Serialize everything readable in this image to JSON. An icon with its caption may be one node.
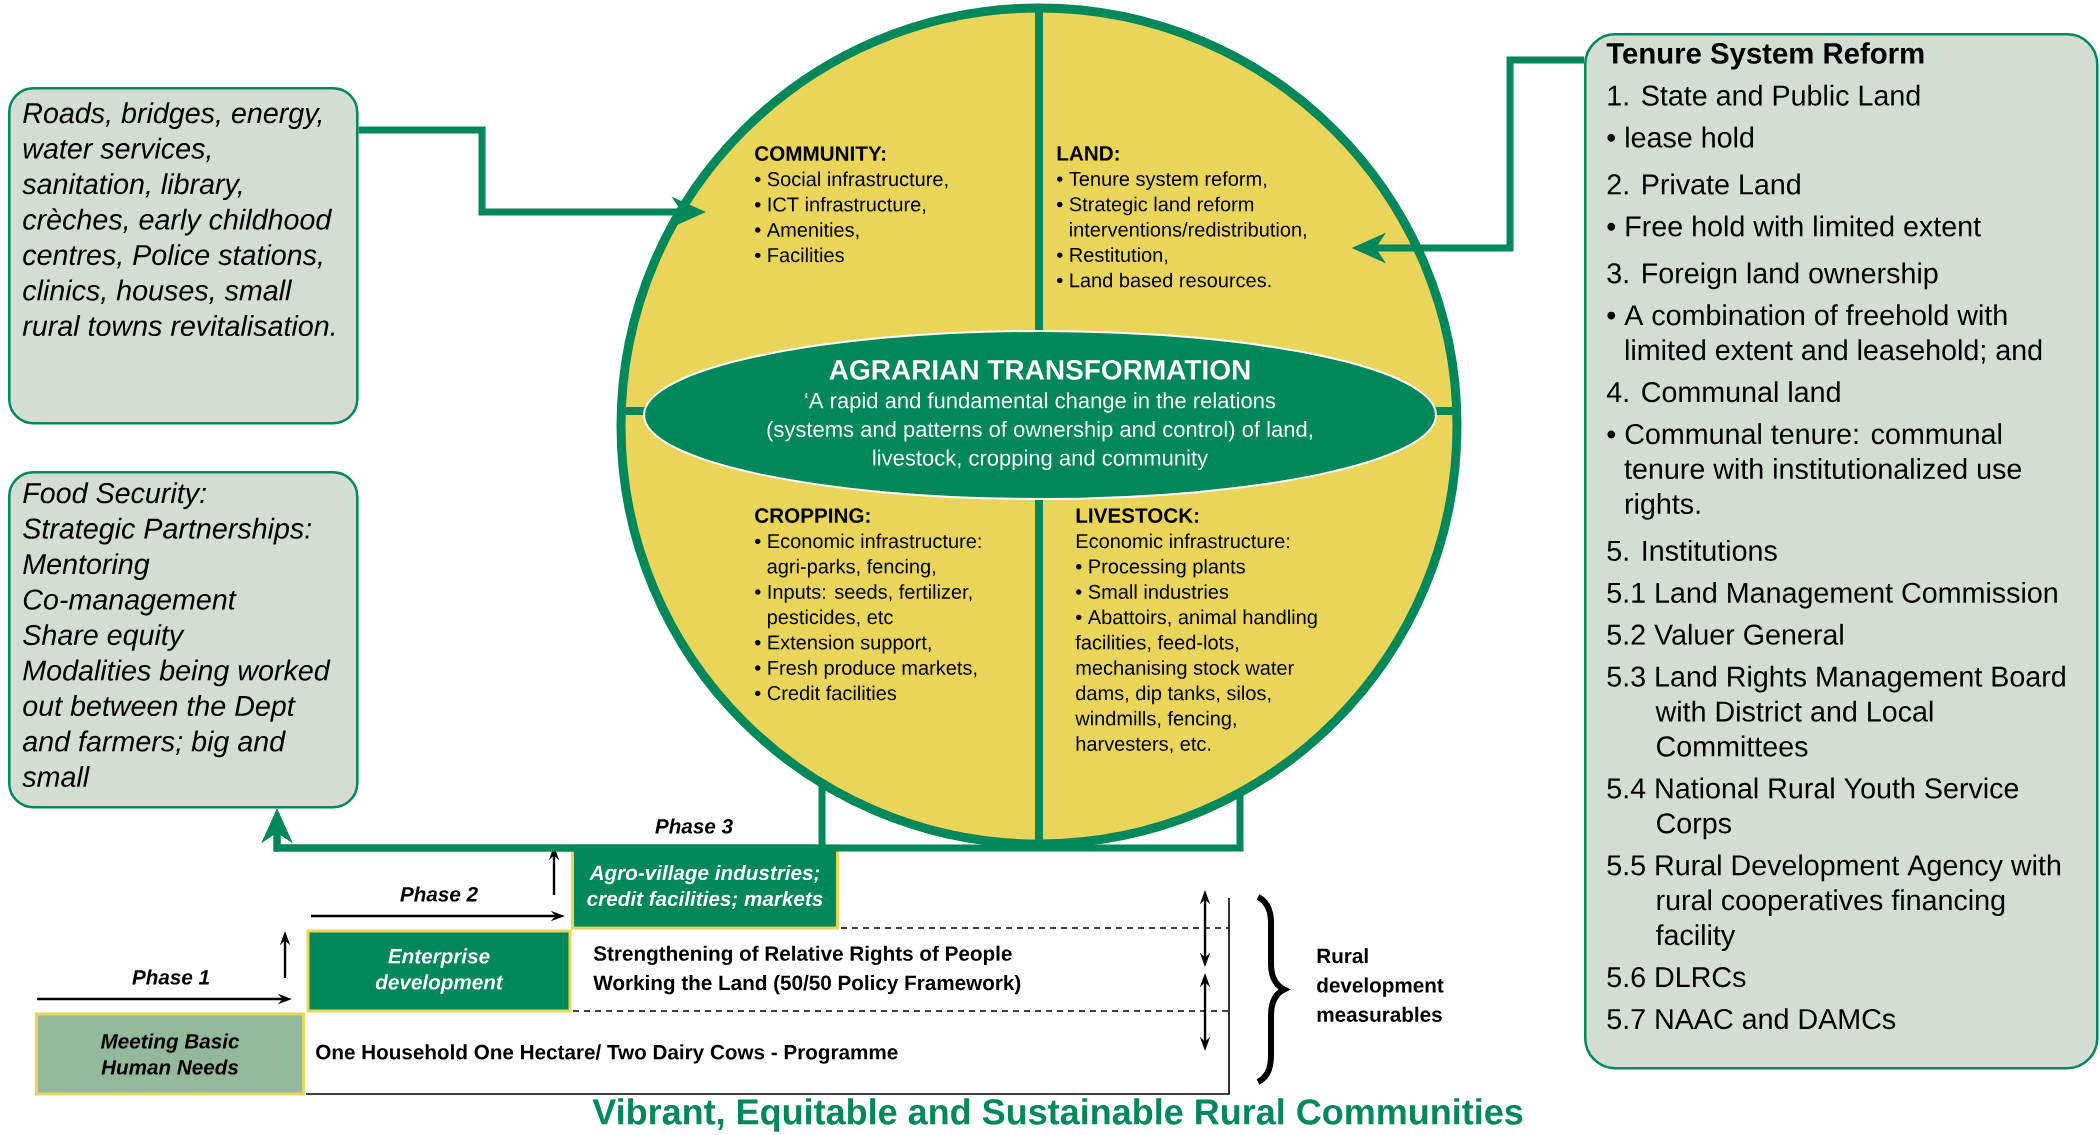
{
  "diagram": {
    "caption": "Vibrant, Equitable and Sustainable Rural Communities",
    "nodes": [
      {
        "text": [
          "Roads, bridges, energy, water services, sanitation, library, crèches, early childhood centres, Police stations, clinics, houses, small rural towns revitalisation."
        ]
      },
      {
        "text": [],
        "shape": "circle"
      },
      {
        "text": [
          "COMMUNITY:",
          "• Social infrastructure,",
          "• ICT infrastructure,",
          "• Amenities,",
          "• Facilities"
        ],
        "in": 1
      },
      {
        "text": [
          "LAND:",
          "• Tenure system reform,",
          "• Strategic land reform interventions/redistribution,",
          "• Restitution,",
          "• Land based resources."
        ],
        "in": 1
      },
      {
        "text": [
          "AGRARIAN TRANSFORMATION",
          "‘A rapid and fundamental change in the relations (systems and patterns of ownership and control) of land, livestock, cropping and community"
        ],
        "in": 1
      },
      {
        "text": [
          "CROPPING:",
          "• Economic infrastructure: agri-parks, fencing,",
          "• Inputs: seeds, fertilizer, pesticides, etc",
          "• Extension support,",
          "• Fresh produce markets,",
          "• Credit facilities"
        ],
        "in": 1
      },
      {
        "text": [
          "LIVESTOCK:",
          "Economic infrastructure:",
          "• Processing plants",
          "• Small industries",
          "• Abattoirs, animal handling facilities, feed-lots, mechanising stock water dams, dip tanks, silos, windmills, fencing, harvesters, etc."
        ],
        "in": 1
      },
      {
        "text": [
          "Tenure System Reform",
          "1. State and Public Land",
          "• lease hold",
          "2. Private Land",
          "• Free hold with limited extent",
          "3. Foreign land ownership",
          "• A combination of freehold with limited extent and leasehold; and",
          "4. Communal land",
          "• Communal tenure: communal tenure with institutionalized use rights.",
          "5. Institutions",
          "5.1 Land Management Commission",
          "5.2 Valuer General",
          "5.3 Land Rights Management Board with District and Local Committees",
          "5.4 National Rural Youth Service Corps",
          "5.5 Rural Development Agency with rural cooperatives financing facility",
          "5.6 DLRCs",
          "5.7 NAAC and DAMCs"
        ]
      },
      {
        "text": [
          "Food Security:",
          "Strategic Partnerships:",
          "Mentoring",
          "Co-management",
          "Share equity",
          "Modalities being worked out between the Dept and farmers; big and small"
        ]
      },
      {
        "text": [
          "Meeting Basic Human Needs"
        ]
      },
      {
        "text": [
          "Enterprise development"
        ]
      },
      {
        "text": [
          "Agro-village industries; credit facilities; markets"
        ]
      }
    ],
    "edges": [
      {
        "from": 0,
        "to": 2,
        "arrow": "to"
      },
      {
        "from": 7,
        "to": 3,
        "arrow": "to"
      },
      {
        "from": 5,
        "to": 8,
        "arrow": "to"
      },
      {
        "from": 6,
        "to": 8,
        "arrow": "to"
      }
    ],
    "labels": [
      "Phase 3",
      "Phase 2",
      "Phase 1",
      "Strengthening of Relative Rights of People Working the Land (50/50 Policy Framework)",
      "Rural development measurables",
      "One Household One Hectare/ Two Dairy Cows - Programme"
    ]
  }
}
